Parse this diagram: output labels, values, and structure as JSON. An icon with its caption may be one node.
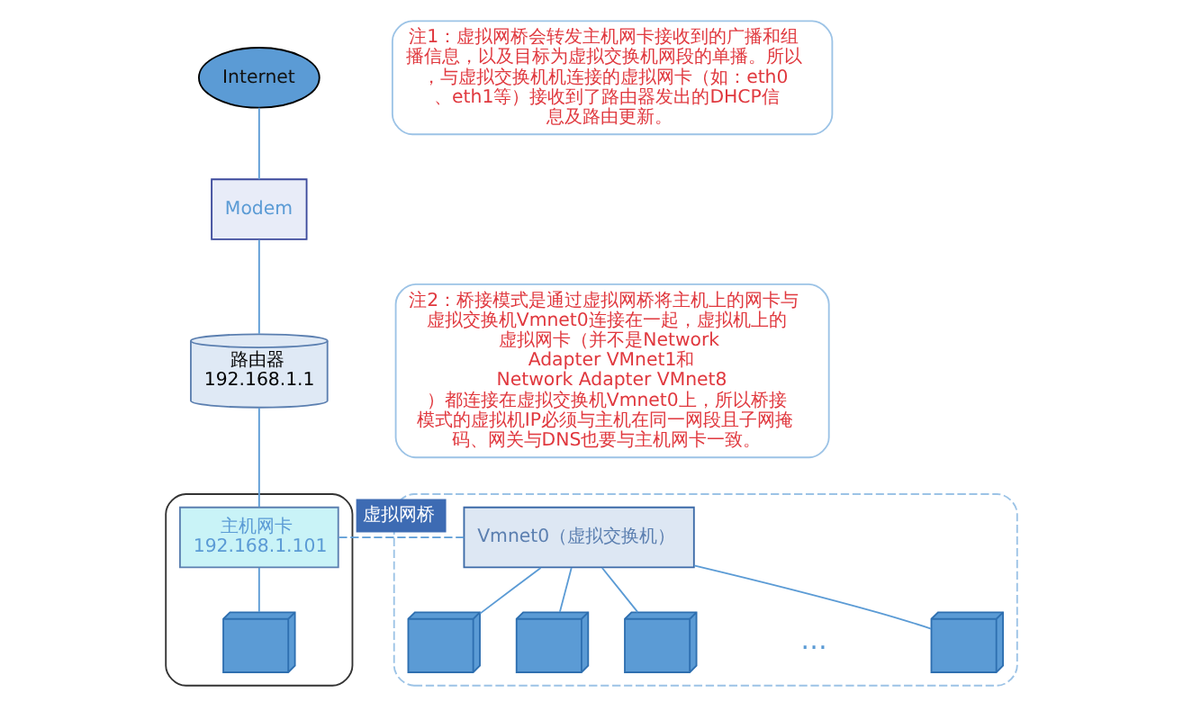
{
  "diagram": {
    "nodes": [
      {
        "text": [
          "Internet"
        ]
      },
      {
        "text": [
          "Modem"
        ]
      },
      {
        "text": [
          "路由器",
          "192.168.1.1"
        ]
      },
      {
        "text": [],
        "shape": "box"
      },
      {
        "text": [
          "主机网卡",
          "192.168.1.101"
        ],
        "in": 3
      },
      {
        "text": [],
        "shape": "picture",
        "in": 3
      },
      {
        "text": [],
        "shape": "box"
      },
      {
        "text": [
          "Vmnet0（虚拟交换机）"
        ],
        "in": 6
      },
      {
        "text": [],
        "shape": "picture",
        "in": 6
      },
      {
        "text": [],
        "shape": "picture",
        "in": 6
      },
      {
        "text": [],
        "shape": "picture",
        "in": 6
      },
      {
        "text": [],
        "shape": "picture",
        "in": 6
      },
      {
        "text": [
          "注1：虚拟网桥会转发主机网卡接收到的广播和组播信息，以及目标为虚拟交换机网段的单播。所以，与虚拟交换机机连接的虚拟网卡（如：eth0、eth1等）接收到了路由器发出的DHCP信息及路由更新。"
        ]
      },
      {
        "text": [
          "注2：桥接模式是通过虚拟网桥将主机上的网卡与虚拟交换机Vmnet0连接在一起，虚拟机上的虚拟网卡（并不是Network Adapter VMnet1和Network Adapter VMnet8）都连接在虚拟交换机Vmnet0上，所以桥接模式的虚拟机IP必须与主机在同一网段且子网掩码、网关与DNS也要与主机网卡一致。"
        ]
      }
    ],
    "edges": [
      {
        "from": 0,
        "to": 1,
        "arrow": "none"
      },
      {
        "from": 1,
        "to": 2,
        "arrow": "none"
      },
      {
        "from": 2,
        "to": 4,
        "arrow": "none"
      },
      {
        "from": 4,
        "to": 5,
        "arrow": "none"
      },
      {
        "from": 4,
        "to": 7,
        "arrow": "none",
        "style": "dashed",
        "label": "虚拟网桥"
      },
      {
        "from": 7,
        "to": 8,
        "arrow": "none"
      },
      {
        "from": 7,
        "to": 9,
        "arrow": "none"
      },
      {
        "from": 7,
        "to": 10,
        "arrow": "none"
      },
      {
        "from": 7,
        "to": 11,
        "arrow": "none"
      }
    ],
    "labels": [
      "…"
    ]
  }
}
